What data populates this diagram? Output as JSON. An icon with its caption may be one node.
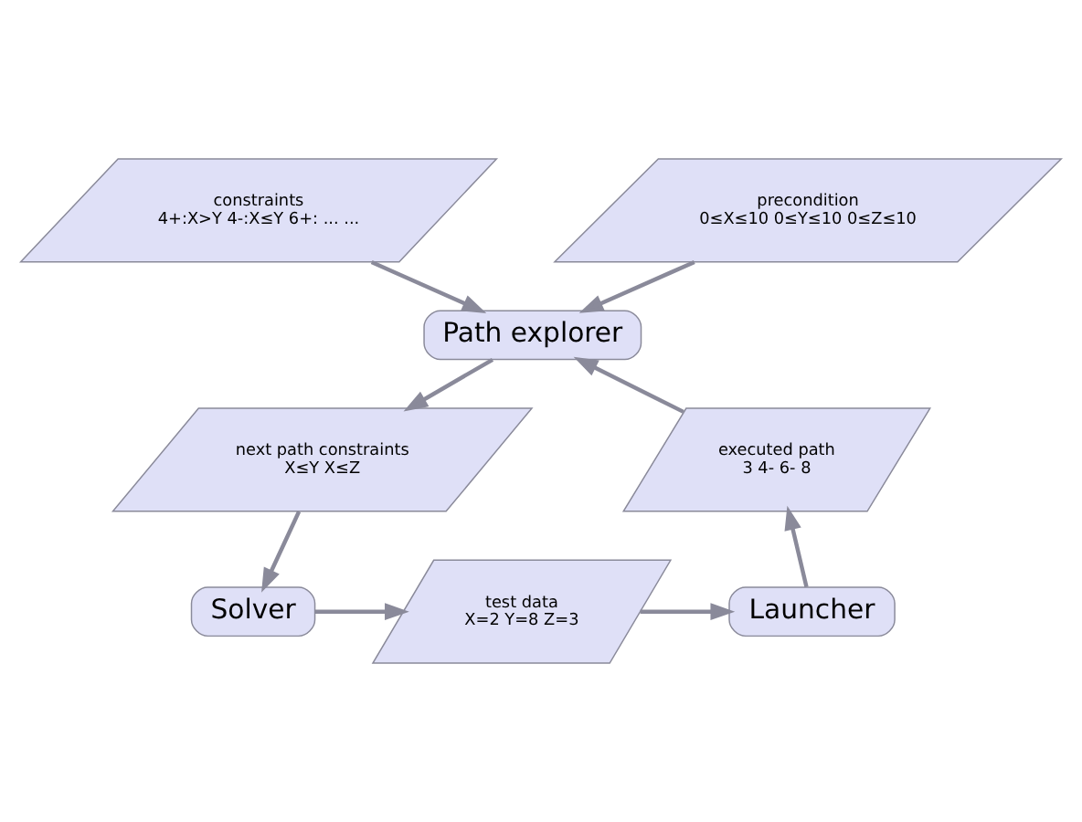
{
  "diagram": {
    "nodes": [
      {
        "text": [
          "constraints",
          "4+:X>Y 4-:X≤Y 6+: ... ..."
        ]
      },
      {
        "text": [
          "precondition",
          "0≤X≤10 0≤Y≤10 0≤Z≤10"
        ]
      },
      {
        "text": [
          "Path explorer"
        ]
      },
      {
        "text": [
          "executed path",
          "3 4- 6- 8"
        ]
      },
      {
        "text": [
          "next path constraints",
          "X≤Y X≤Z"
        ]
      },
      {
        "text": [
          "Launcher"
        ]
      },
      {
        "text": [
          "test data",
          "X=2 Y=8 Z=3"
        ]
      },
      {
        "text": [
          "Solver"
        ]
      }
    ],
    "edges": [
      {
        "from": 0,
        "to": 2,
        "arrow": "to"
      },
      {
        "from": 1,
        "to": 2,
        "arrow": "to"
      },
      {
        "from": 2,
        "to": 4,
        "arrow": "to"
      },
      {
        "from": 4,
        "to": 7,
        "arrow": "to"
      },
      {
        "from": 7,
        "to": 6,
        "arrow": "to"
      },
      {
        "from": 6,
        "to": 5,
        "arrow": "to"
      },
      {
        "from": 5,
        "to": 3,
        "arrow": "to"
      },
      {
        "from": 3,
        "to": 2,
        "arrow": "to"
      }
    ]
  }
}
